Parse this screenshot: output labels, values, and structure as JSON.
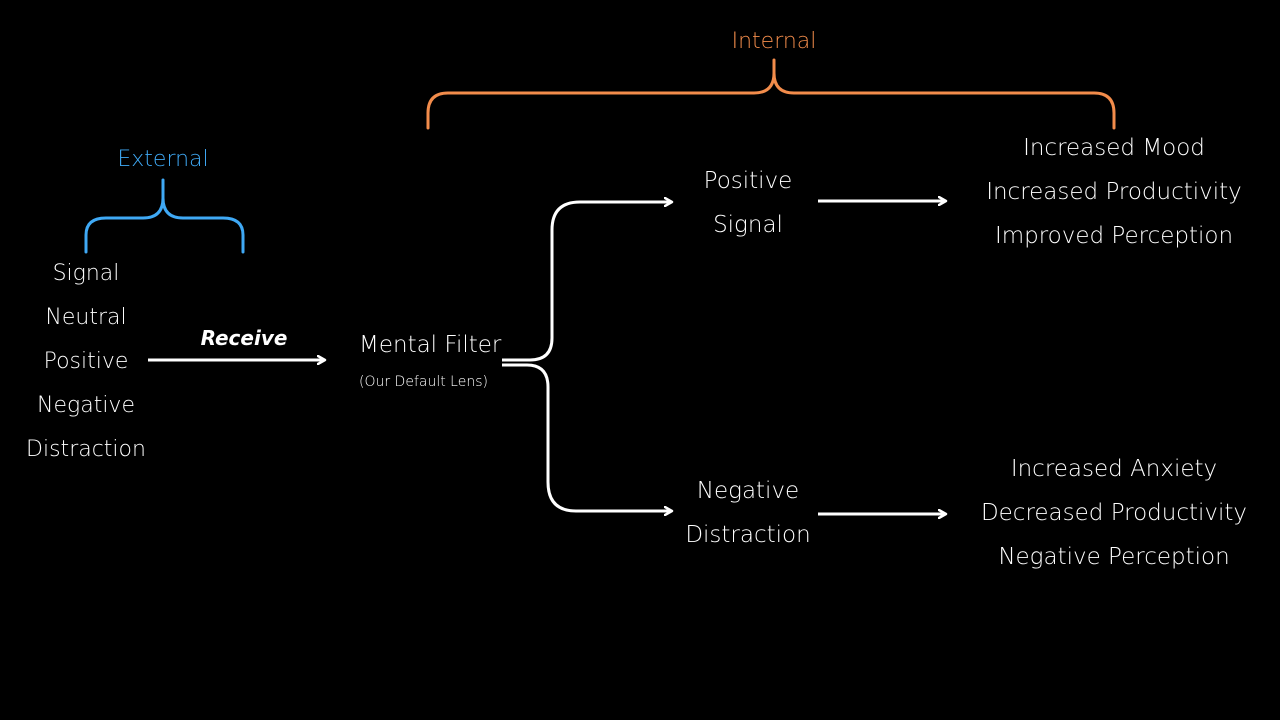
{
  "colors": {
    "background": "#000000",
    "external": "#3fa9f5",
    "internal": "#f28c4b",
    "foreground": "#ffffff"
  },
  "external": {
    "title": "External",
    "items": [
      "Signal",
      "Neutral",
      "Positive",
      "Negative",
      "Distraction"
    ]
  },
  "internal": {
    "title": "Internal"
  },
  "receive_label": "Receive",
  "filter": {
    "title": "Mental Filter",
    "subtitle": "(Our Default Lens)"
  },
  "positive_branch": {
    "label": [
      "Positive",
      "Signal"
    ],
    "outcomes": [
      "Increased Mood",
      "Increased Productivity",
      "Improved Perception"
    ]
  },
  "negative_branch": {
    "label": [
      "Negative",
      "Distraction"
    ],
    "outcomes": [
      "Increased Anxiety",
      "Decreased Productivity",
      "Negative Perception"
    ]
  }
}
